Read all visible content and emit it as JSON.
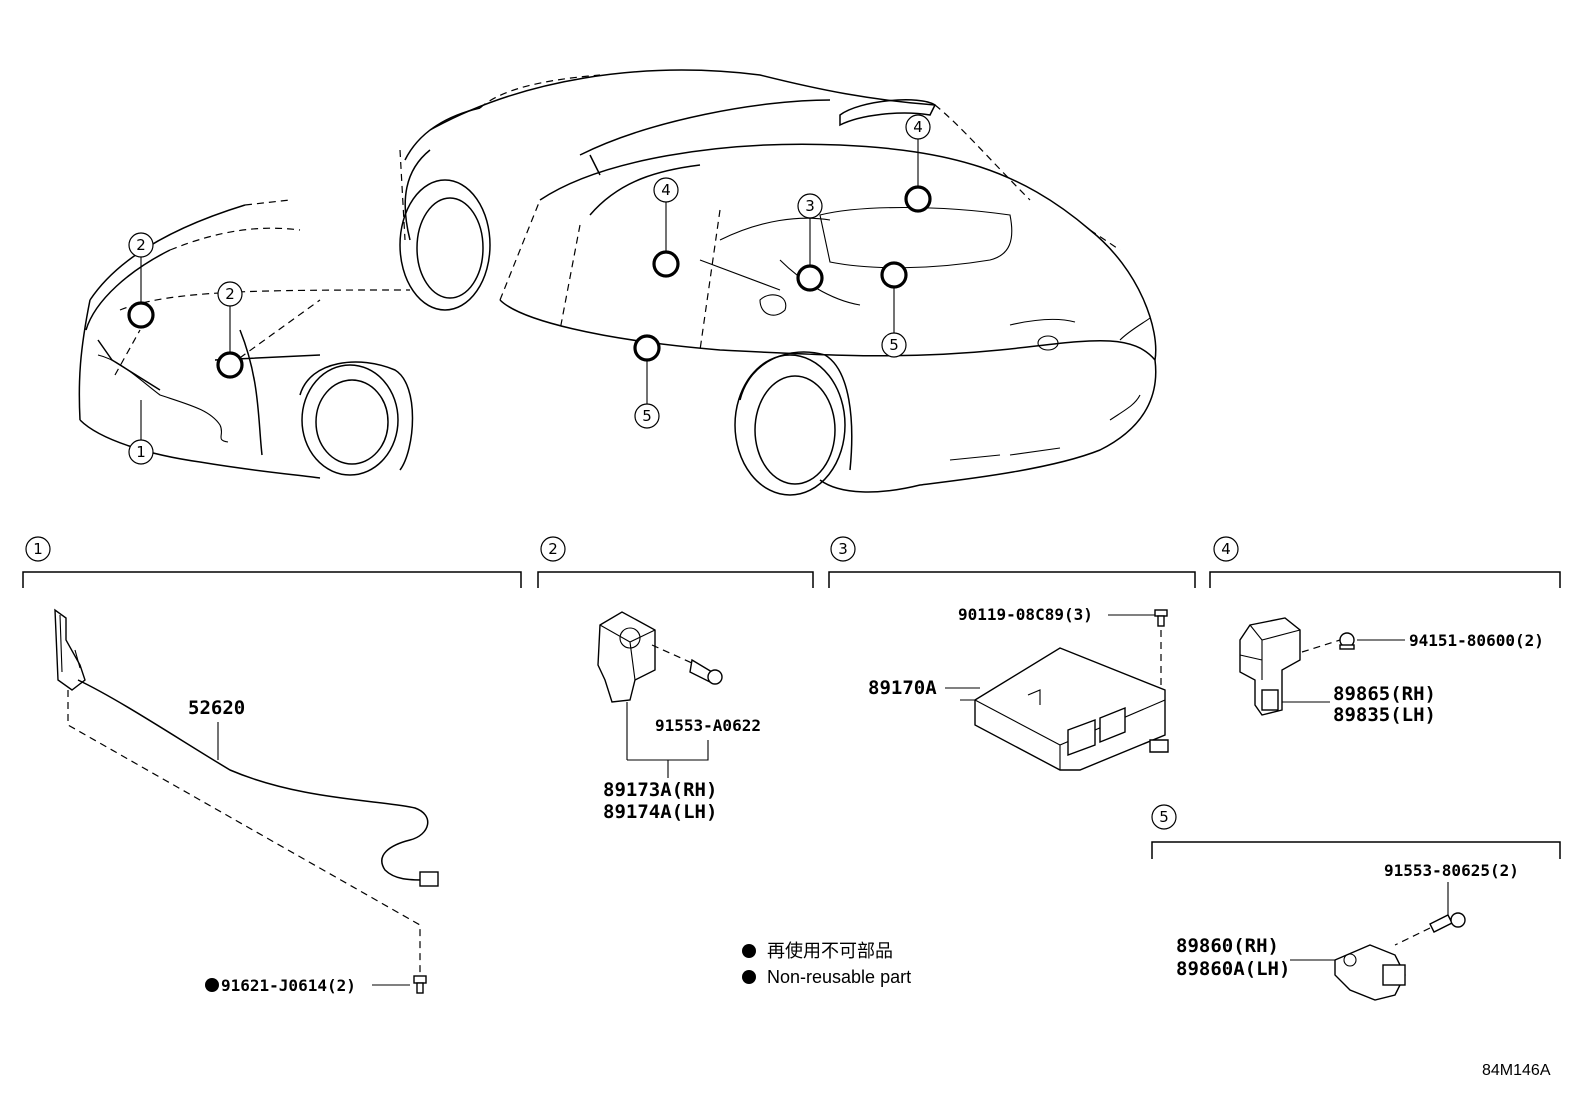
{
  "callouts": {
    "front_1": "1",
    "front_2a": "2",
    "front_2b": "2",
    "rear_4a": "4",
    "rear_4b": "4",
    "rear_3": "3",
    "rear_5a": "5",
    "rear_5b": "5"
  },
  "sections": [
    {
      "number": "1"
    },
    {
      "number": "2"
    },
    {
      "number": "3"
    },
    {
      "number": "4"
    },
    {
      "number": "5"
    }
  ],
  "parts": {
    "p52620": "52620",
    "p91621": "91621-J0614(2)",
    "p89173": "89173A(RH)",
    "p89174": "89174A(LH)",
    "p91553a": "91553-A0622",
    "p90119": "90119-08C89(3)",
    "p89170": "89170A",
    "p94151": "94151-80600(2)",
    "p89865": "89865(RH)",
    "p89835": "89835(LH)",
    "p91553b": "91553-80625(2)",
    "p89860": "89860(RH)",
    "p89860a": "89860A(LH)"
  },
  "legend": {
    "line1": "再使用不可部品",
    "line2": "Non-reusable part"
  },
  "diagram_code": "84M146A"
}
